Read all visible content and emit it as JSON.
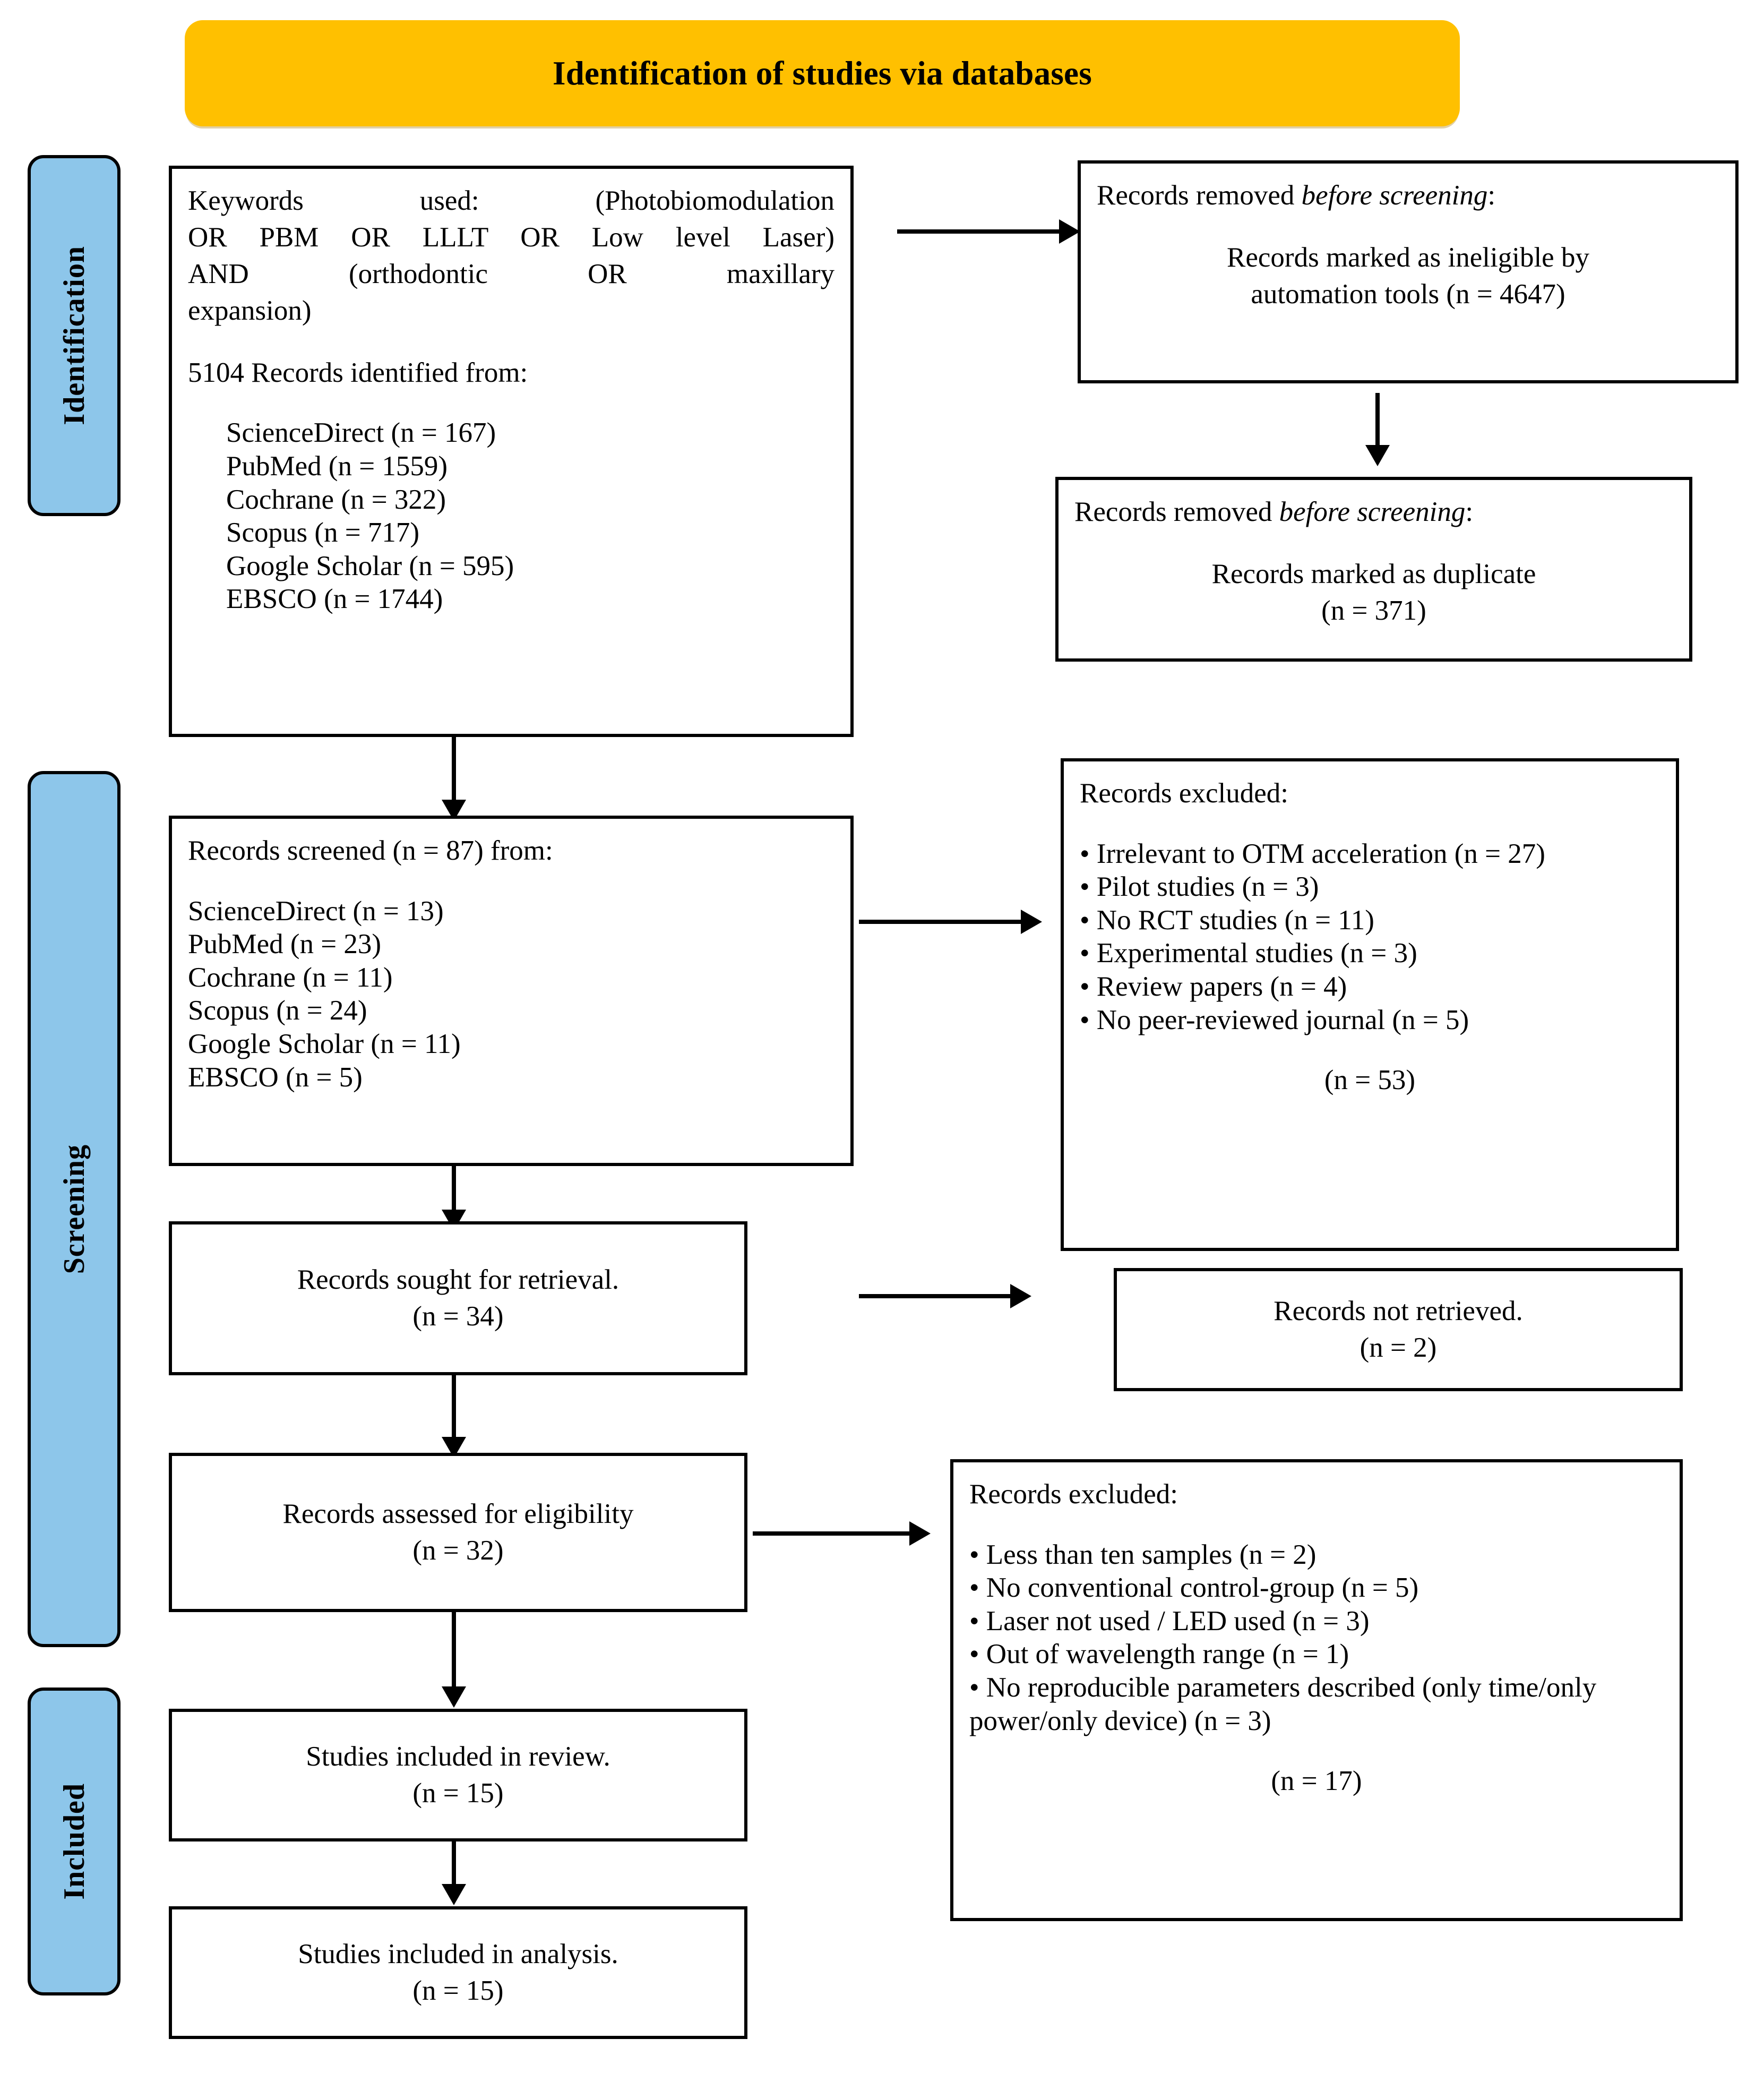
{
  "banner": {
    "title": "Identification of studies via databases",
    "color": "#FFC000"
  },
  "phases": {
    "color": "#8DC6EA",
    "identification": "Identification",
    "screening": "Screening",
    "included": "Included"
  },
  "identification": {
    "keywords_line1": "Keywords used: (Photobiomodulation",
    "keywords_line2": "OR PBM OR LLLT OR Low level Laser)",
    "keywords_line3": "AND (orthodontic OR maxillary",
    "keywords_line4": "expansion)",
    "records_identified": "5104 Records identified from:",
    "sources": [
      "ScienceDirect (n = 167)",
      "PubMed (n = 1559)",
      "Cochrane (n = 322)",
      "Scopus (n = 717)",
      "Google Scholar (n = 595)",
      "EBSCO (n = 1744)"
    ]
  },
  "removed_automation": {
    "heading_plain": "Records removed ",
    "heading_italic": "before screening",
    "heading_colon": ":",
    "body_line1": "Records marked as ineligible by",
    "body_line2": "automation tools (n = 4647)"
  },
  "removed_duplicate": {
    "heading_plain": "Records removed ",
    "heading_italic": "before screening",
    "heading_colon": ":",
    "body_line1": "Records marked as duplicate",
    "body_line2": "(n = 371)"
  },
  "screened": {
    "heading": "Records screened (n = 87) from:",
    "sources": [
      "ScienceDirect (n = 13)",
      "PubMed (n = 23)",
      "Cochrane (n = 11)",
      "Scopus (n = 24)",
      "Google Scholar (n = 11)",
      "EBSCO (n = 5)"
    ]
  },
  "excluded_screening": {
    "heading": "Records excluded:",
    "items": [
      "• Irrelevant to OTM acceleration (n = 27)",
      "• Pilot studies (n = 3)",
      "• No RCT studies (n = 11)",
      "• Experimental studies (n = 3)",
      "• Review papers (n = 4)",
      "• No peer-reviewed journal (n = 5)"
    ],
    "total": "(n = 53)"
  },
  "sought": {
    "line1": "Records sought for retrieval.",
    "line2": "(n = 34)"
  },
  "not_retrieved": {
    "line1": "Records not retrieved.",
    "line2": "(n = 2)"
  },
  "assessed": {
    "line1": "Records assessed for eligibility",
    "line2": "(n = 32)"
  },
  "excluded_eligibility": {
    "heading": "Records excluded:",
    "items": [
      "• Less than ten samples (n = 2)",
      "• No conventional control-group (n = 5)",
      "• Laser not used / LED used (n = 3)",
      "• Out of wavelength range (n = 1)",
      "• No reproducible parameters described (only time/only power/only device) (n = 3)"
    ],
    "total": "(n = 17)"
  },
  "included_review": {
    "line1": "Studies included in review.",
    "line2": "(n = 15)"
  },
  "included_analysis": {
    "line1": "Studies included in analysis.",
    "line2": "(n = 15)"
  }
}
